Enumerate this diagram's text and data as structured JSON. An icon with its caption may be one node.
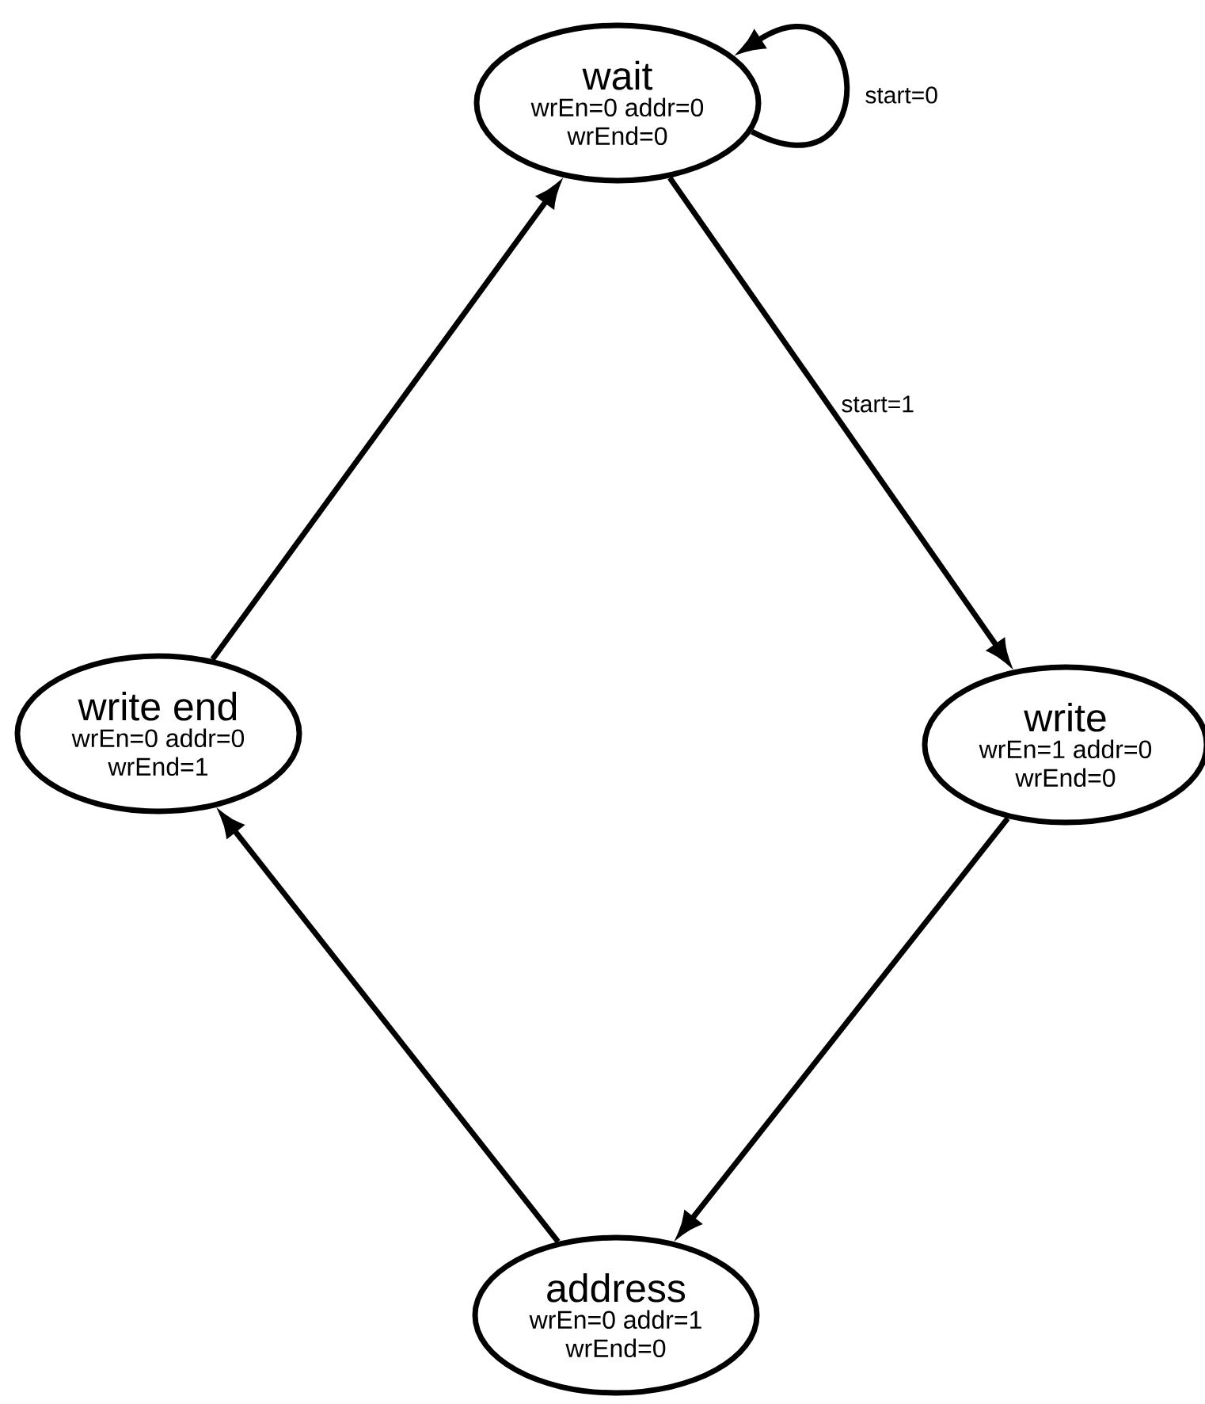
{
  "diagram": {
    "nodes": [
      {
        "text": [
          "wait",
          "wrEn=0 addr=0 wrEnd=0"
        ]
      },
      {
        "text": [
          "write",
          "wrEn=1 addr=0 wrEnd=0"
        ]
      },
      {
        "text": [
          "address",
          "wrEn=0 addr=1 wrEnd=0"
        ]
      },
      {
        "text": [
          "write end",
          "wrEn=0 addr=0 wrEnd=1"
        ]
      }
    ],
    "edges": [
      {
        "from": 0,
        "to": 0,
        "arrow": "to",
        "label": "start=0"
      },
      {
        "from": 0,
        "to": 1,
        "arrow": "to",
        "label": "start=1"
      },
      {
        "from": 1,
        "to": 2,
        "arrow": "to"
      },
      {
        "from": 2,
        "to": 3,
        "arrow": "to"
      },
      {
        "from": 3,
        "to": 0,
        "arrow": "to"
      }
    ]
  }
}
